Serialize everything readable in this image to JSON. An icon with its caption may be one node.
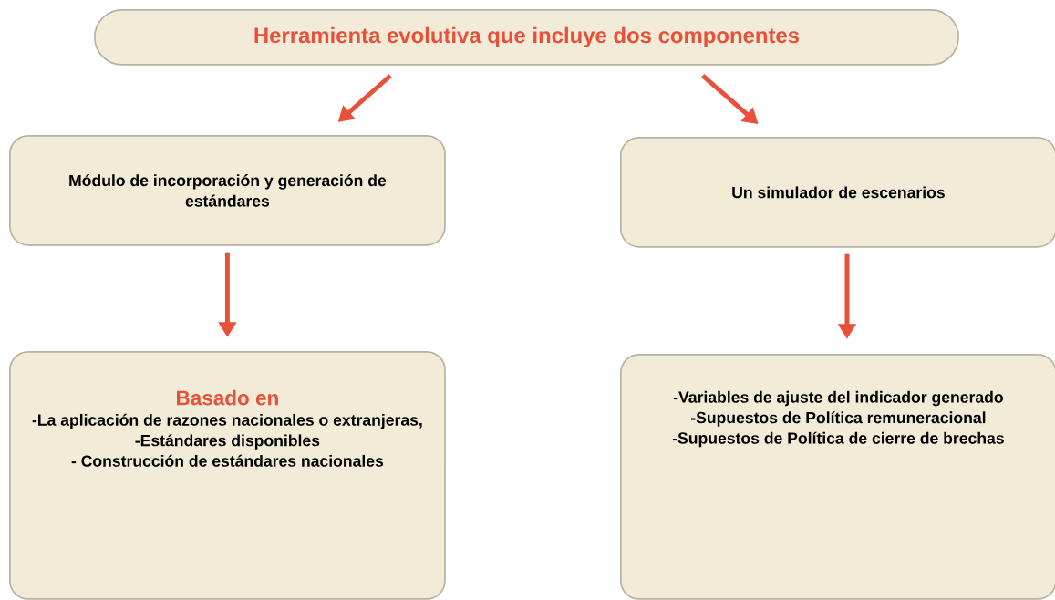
{
  "diagram": {
    "nodes": [
      {
        "text": [
          "Herramienta evolutiva que incluye dos componentes"
        ]
      },
      {
        "text": [
          "Módulo de incorporación y  generación  de estándares"
        ]
      },
      {
        "text": [
          "Un simulador de escenarios"
        ]
      },
      {
        "text": [
          "Basado en",
          "-La aplicación de razones nacionales o extranjeras,",
          "-Estándares disponibles",
          "- Construcción de estándares nacionales"
        ]
      },
      {
        "text": [
          "-Variables de ajuste del indicador generado",
          "-Supuestos de Política remuneracional",
          "-Supuestos de Política de cierre de brechas"
        ]
      }
    ],
    "edges": [
      {
        "from": 0,
        "to": 1,
        "arrow": "to"
      },
      {
        "from": 0,
        "to": 2,
        "arrow": "to"
      },
      {
        "from": 1,
        "to": 3,
        "arrow": "to"
      },
      {
        "from": 2,
        "to": 4,
        "arrow": "to"
      }
    ]
  }
}
